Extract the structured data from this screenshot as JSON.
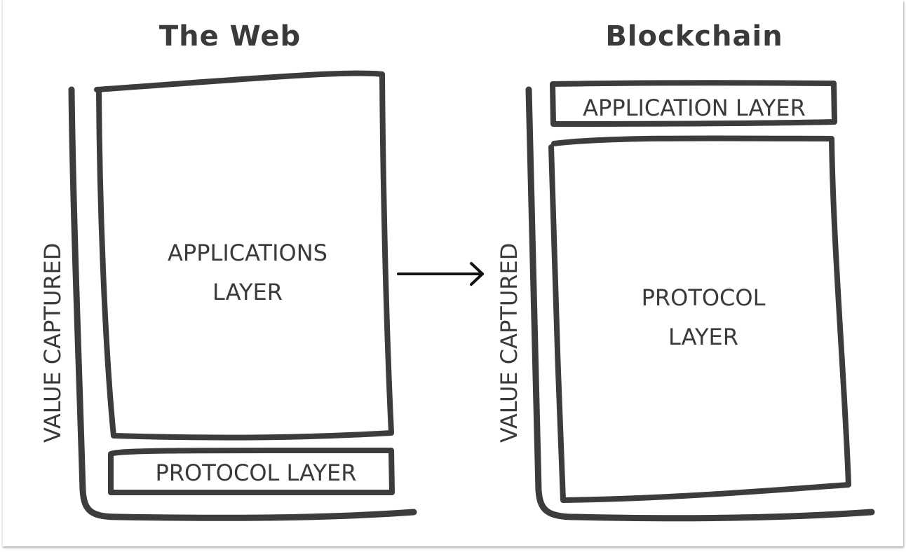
{
  "diagram": {
    "left_panel": {
      "title": "The Web",
      "axis_label": "VALUE CAPTURED",
      "top_box": {
        "line1": "APPLICATIONS",
        "line2": "LAYER",
        "relative_size": "large"
      },
      "bottom_box": {
        "label": "PROTOCOL LAYER",
        "relative_size": "small"
      }
    },
    "right_panel": {
      "title": "Blockchain",
      "axis_label": "VALUE CAPTURED",
      "top_box": {
        "label": "APPLICATION LAYER",
        "relative_size": "small"
      },
      "bottom_box": {
        "line1": "PROTOCOL",
        "line2": "LAYER",
        "relative_size": "large"
      }
    },
    "transition_arrow": {
      "direction": "right",
      "meaning": "shift from The Web to Blockchain"
    },
    "colors": {
      "ink": "#3c3c3c",
      "background": "#ffffff",
      "arrow": "#111111"
    }
  }
}
